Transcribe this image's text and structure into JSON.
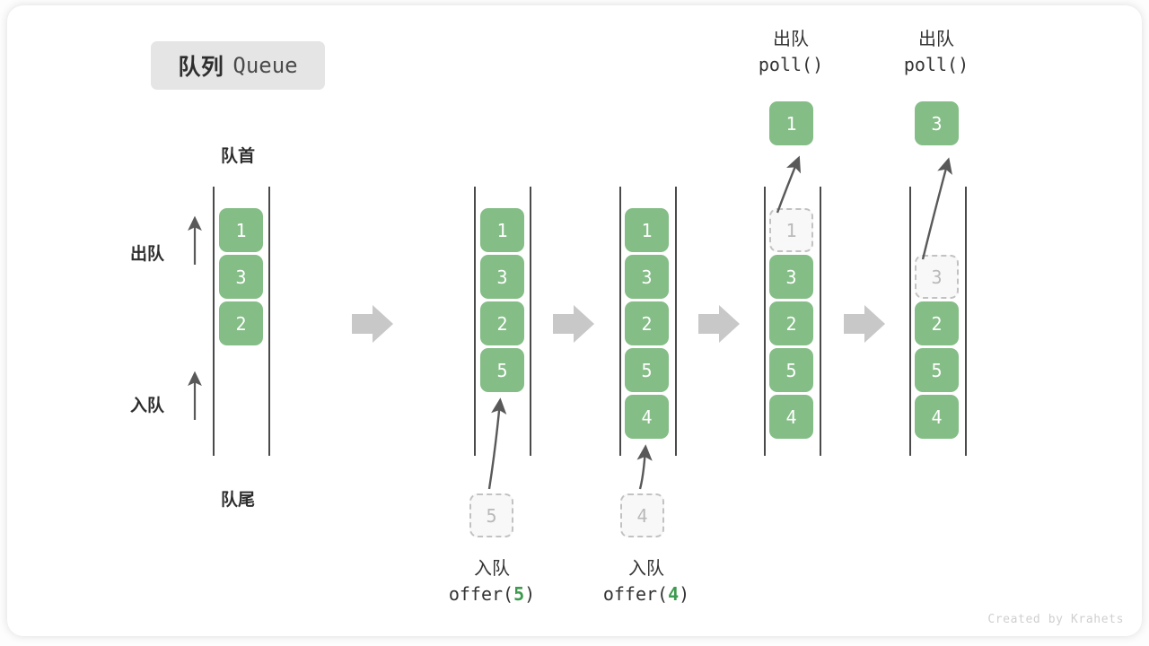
{
  "title": {
    "cn": "队列",
    "en": "Queue"
  },
  "labels": {
    "front": "队首",
    "rear": "队尾",
    "dequeue": "出队",
    "enqueue": "入队"
  },
  "watermark": "Created by Krahets",
  "colors": {
    "cell_fill": "#84bd86",
    "cell_text": "#ffffff",
    "ghost_fill": "#f8f8f8",
    "ghost_border": "#c2c2c2",
    "ghost_text": "#b9b9b9",
    "rail": "#4a4a4a",
    "arrow": "#595959",
    "flow_arrow": "#c8c8c8",
    "badge_bg": "#e5e5e5",
    "accent_green": "#3d9a4e",
    "text": "#2e2e2e",
    "watermark": "#cfcfcf"
  },
  "stages": [
    {
      "id": "initial",
      "header_cn": "",
      "header_code": "",
      "cells": [
        {
          "value": "1",
          "state": "filled"
        },
        {
          "value": "3",
          "state": "filled"
        },
        {
          "value": "2",
          "state": "filled"
        }
      ],
      "footer_cn": "",
      "footer_code": "",
      "footer_arg": "",
      "external_cell": null
    },
    {
      "id": "offer-5",
      "header_cn": "",
      "header_code": "",
      "cells": [
        {
          "value": "1",
          "state": "filled"
        },
        {
          "value": "3",
          "state": "filled"
        },
        {
          "value": "2",
          "state": "filled"
        },
        {
          "value": "5",
          "state": "filled"
        }
      ],
      "footer_cn": "入队",
      "footer_code_prefix": "offer(",
      "footer_arg": "5",
      "footer_code_suffix": ")",
      "external_cell": {
        "value": "5",
        "state": "ghost",
        "position": "below"
      }
    },
    {
      "id": "offer-4",
      "header_cn": "",
      "header_code": "",
      "cells": [
        {
          "value": "1",
          "state": "filled"
        },
        {
          "value": "3",
          "state": "filled"
        },
        {
          "value": "2",
          "state": "filled"
        },
        {
          "value": "5",
          "state": "filled"
        },
        {
          "value": "4",
          "state": "filled"
        }
      ],
      "footer_cn": "入队",
      "footer_code_prefix": "offer(",
      "footer_arg": "4",
      "footer_code_suffix": ")",
      "external_cell": {
        "value": "4",
        "state": "ghost",
        "position": "below"
      }
    },
    {
      "id": "poll-1",
      "header_cn": "出队",
      "header_code": "poll()",
      "cells": [
        {
          "value": "1",
          "state": "ghost"
        },
        {
          "value": "3",
          "state": "filled"
        },
        {
          "value": "2",
          "state": "filled"
        },
        {
          "value": "5",
          "state": "filled"
        },
        {
          "value": "4",
          "state": "filled"
        }
      ],
      "footer_cn": "",
      "footer_code": "",
      "external_cell": {
        "value": "1",
        "state": "filled",
        "position": "above"
      }
    },
    {
      "id": "poll-3",
      "header_cn": "出队",
      "header_code": "poll()",
      "cells": [
        {
          "value": "",
          "state": "empty"
        },
        {
          "value": "3",
          "state": "ghost"
        },
        {
          "value": "2",
          "state": "filled"
        },
        {
          "value": "5",
          "state": "filled"
        },
        {
          "value": "4",
          "state": "filled"
        }
      ],
      "footer_cn": "",
      "footer_code": "",
      "external_cell": {
        "value": "3",
        "state": "filled",
        "position": "above"
      }
    }
  ],
  "flow_arrows": 4
}
